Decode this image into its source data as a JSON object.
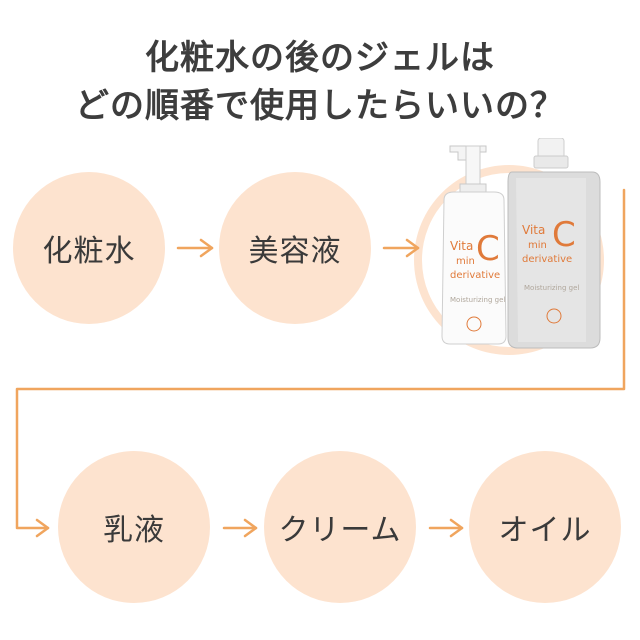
{
  "title": {
    "line1": "化粧水の後のジェルは",
    "line2": "どの順番で使用したらいいの？"
  },
  "steps": [
    {
      "label": "化粧水"
    },
    {
      "label": "美容液"
    },
    {
      "label": "乳液"
    },
    {
      "label": "クリーム"
    },
    {
      "label": "オイル"
    }
  ],
  "product": {
    "brand_line1": "Vita",
    "brand_big": "C",
    "brand_line2": "min",
    "brand_line3": "derivative",
    "product_type": "Moisturizing gel"
  },
  "colors": {
    "circle": "#fde3cf",
    "arrow": "#f0a55e",
    "title": "#3d3d3d",
    "brand": "#e07a3a"
  },
  "icons": [
    "arrow-right-icon",
    "connector-line-icon"
  ]
}
